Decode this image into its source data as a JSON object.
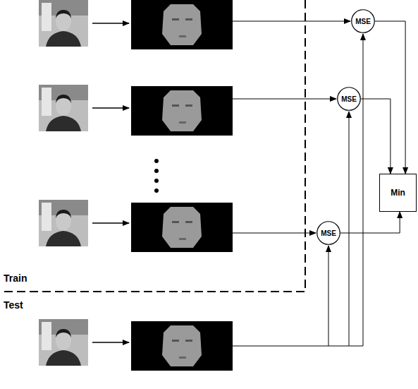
{
  "diagram": {
    "nodes": [
      {
        "text": [
          "MSE"
        ]
      },
      {
        "text": [
          "MSE"
        ]
      },
      {
        "text": [
          "MSE"
        ]
      },
      {
        "text": [
          "Min"
        ]
      }
    ],
    "edges": [
      {
        "from": 0,
        "to": 3,
        "arrow": "to"
      },
      {
        "from": 1,
        "to": 3,
        "arrow": "to"
      },
      {
        "from": 2,
        "to": 3,
        "arrow": "to"
      }
    ],
    "labels": [
      "Train",
      "Test"
    ]
  }
}
